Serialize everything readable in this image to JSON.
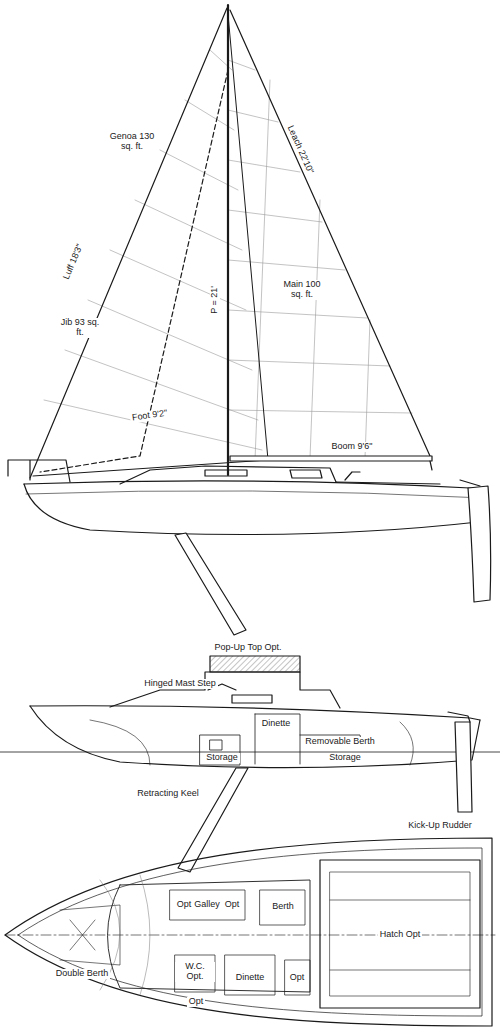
{
  "diagram": {
    "labels": [
      "Genoa 130 sq. ft.",
      "Luff 18'3\"",
      "P = 21'",
      "Leach 22'10\"",
      "Main 100 sq. ft.",
      "Jib 93 sq. ft.",
      "Foot 9'2\"",
      "Boom 9'6\"",
      "Pop-Up Top Opt.",
      "Hinged Mast Step",
      "Dinette",
      "Removable Berth",
      "Storage",
      "Storage",
      "Retracting Keel",
      "Kick-Up Rudder",
      "Opt",
      "Galley",
      "Opt",
      "Berth",
      "Double Berth",
      "W.C. Opt.",
      "Opt",
      "Dinette",
      "Opt",
      "Hatch Opt"
    ]
  }
}
